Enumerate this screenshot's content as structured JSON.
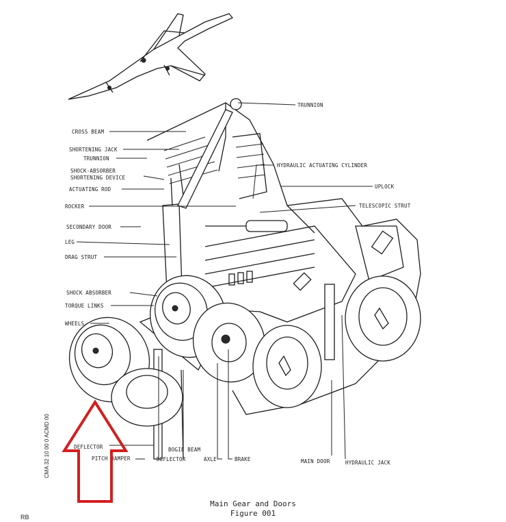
{
  "labels": {
    "trunnion_top": "TRUNNION",
    "cross_beam": "CROSS BEAM",
    "shortening_jack": "SHORTENING JACK",
    "trunnion_left": "TRUNNION",
    "shock_absorber_shortening_1": "SHOCK-ABSORBER",
    "shock_absorber_shortening_2": "SHORTENING DEVICE",
    "actuating_rod": "ACTUATING ROD",
    "rocker": "ROCKER",
    "secondary_door": "SECONDARY DOOR",
    "leg": "LEG",
    "drag_strut": "DRAG STRUT",
    "shock_absorber": "SHOCK ABSORBER",
    "torque_links": "TORQUE LINKS",
    "wheels": "WHEELS",
    "hydraulic_actuating_cylinder": "HYDRAULIC ACTUATING CYLINDER",
    "uplock": "UPLOCK",
    "telescopic_strut": "TELESCOPIC STRUT",
    "deflector_left": "DEFLECTOR",
    "pitch_damper": "PITCH DAMPER",
    "deflector_bottom": "DEFLECTOR",
    "bogie_beam": "BOGIE BEAM",
    "axle": "AXLE",
    "brake": "BRAKE",
    "main_door": "MAIN DOOR",
    "hydraulic_jack": "HYDRAULIC JACK"
  },
  "caption": {
    "title": "Main Gear and Doors",
    "figure": "Figure 001"
  },
  "side_text": "CMA 32 10 00 0 ACMD 00",
  "corner_text": "RB",
  "colors": {
    "ink": "#1b1b1b",
    "arrow": "#d21f1f"
  }
}
